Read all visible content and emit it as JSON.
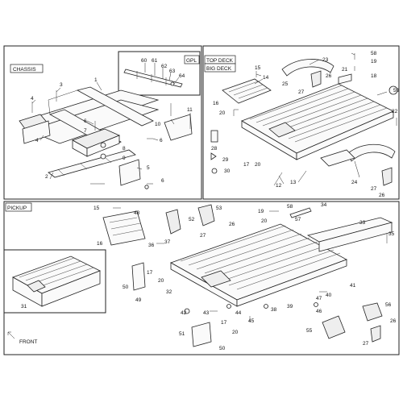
{
  "sections": {
    "chassis": "CHASSIS",
    "gpl": "GPL",
    "top_deck": "TOP DECK",
    "big_deck": "BIG DECK",
    "pickup": "PICKUP",
    "front": "FRONT"
  },
  "callouts": {
    "chassis": [
      "1",
      "2",
      "3",
      "4",
      "4",
      "5",
      "6",
      "6",
      "6",
      "7",
      "8",
      "9",
      "10",
      "11"
    ],
    "gpl": [
      "60",
      "61",
      "62",
      "63",
      "64"
    ],
    "deck": [
      "15",
      "14",
      "16",
      "23",
      "25",
      "27",
      "26",
      "21",
      "18",
      "58",
      "19",
      "20",
      "59",
      "22",
      "28",
      "29",
      "30",
      "17",
      "20",
      "12",
      "13",
      "24",
      "27",
      "26"
    ],
    "pickup": [
      "15",
      "48",
      "16",
      "52",
      "27",
      "26",
      "53",
      "19",
      "58",
      "20",
      "57",
      "34",
      "33",
      "35",
      "36",
      "37",
      "50",
      "17",
      "20",
      "49",
      "32",
      "42",
      "43",
      "44",
      "45",
      "38",
      "39",
      "40",
      "47",
      "46",
      "41",
      "31",
      "51",
      "17",
      "20",
      "50",
      "55",
      "56",
      "27",
      "26"
    ]
  }
}
